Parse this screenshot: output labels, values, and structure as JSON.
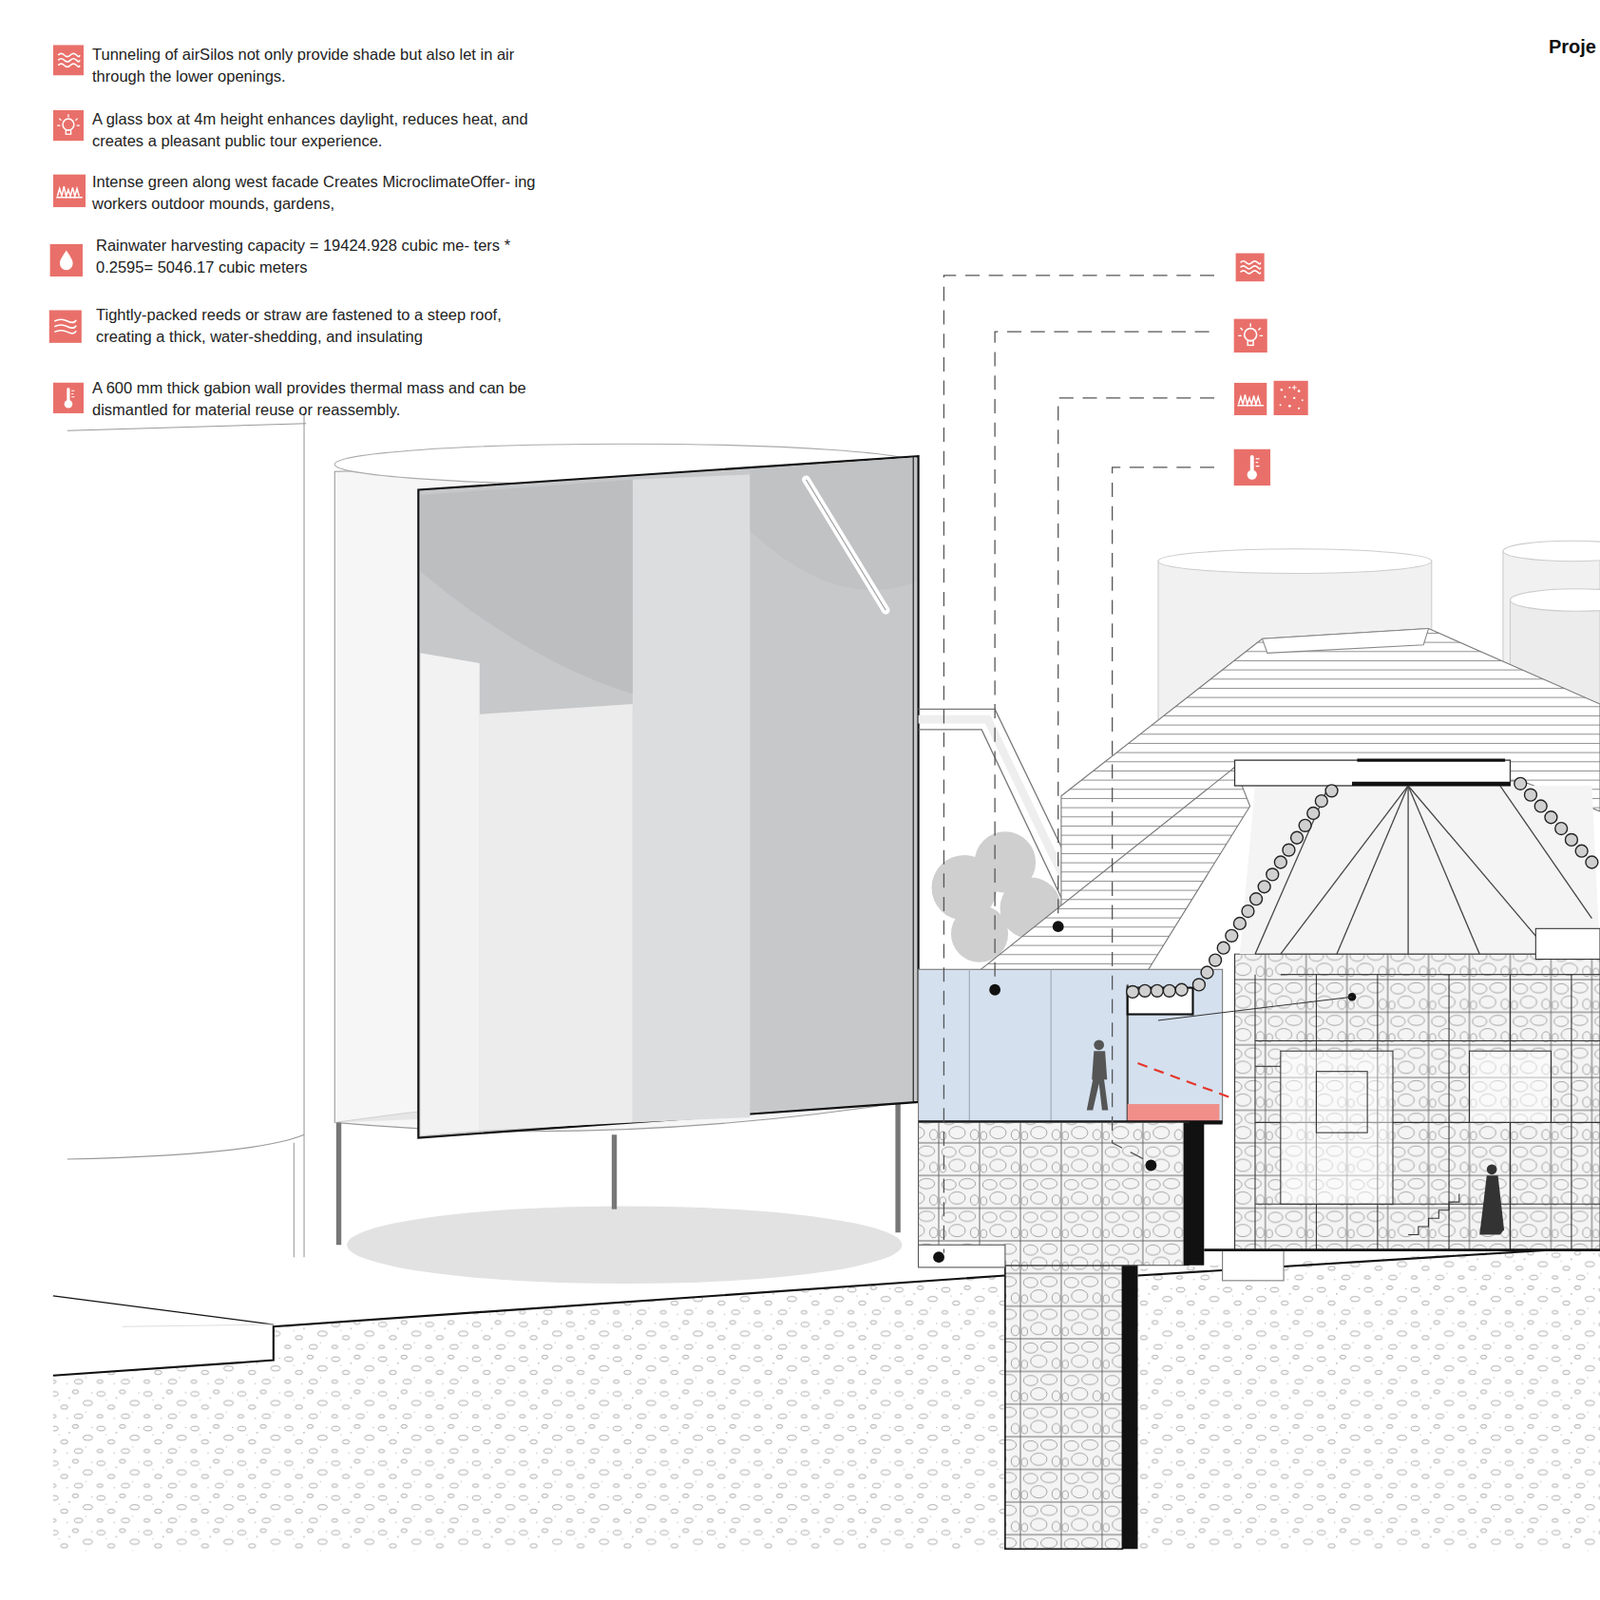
{
  "diagram": {
    "labels": [
      "Proje"
    ],
    "legend": [
      {
        "text": "Tunneling of airSilos not only provide shade but also let in air through the lower openings."
      },
      {
        "text": "A glass box at 4m height enhances daylight, reduces heat, and creates a pleasant public tour experience."
      },
      {
        "text": "Intense green along west facade Creates MicroclimateOffer- ing workers outdoor mounds, gardens,"
      },
      {
        "text": "Rainwater harvesting capacity = 19424.928 cubic me- ters * 0.2595= 5046.17 cubic meters"
      },
      {
        "text": "Tightly-packed reeds or straw are fastened to a steep roof, creating a thick, water-shedding, and insulating"
      },
      {
        "text": "A 600 mm thick gabion wall provides thermal mass and can be dismantled for material reuse or reassembly."
      }
    ]
  }
}
